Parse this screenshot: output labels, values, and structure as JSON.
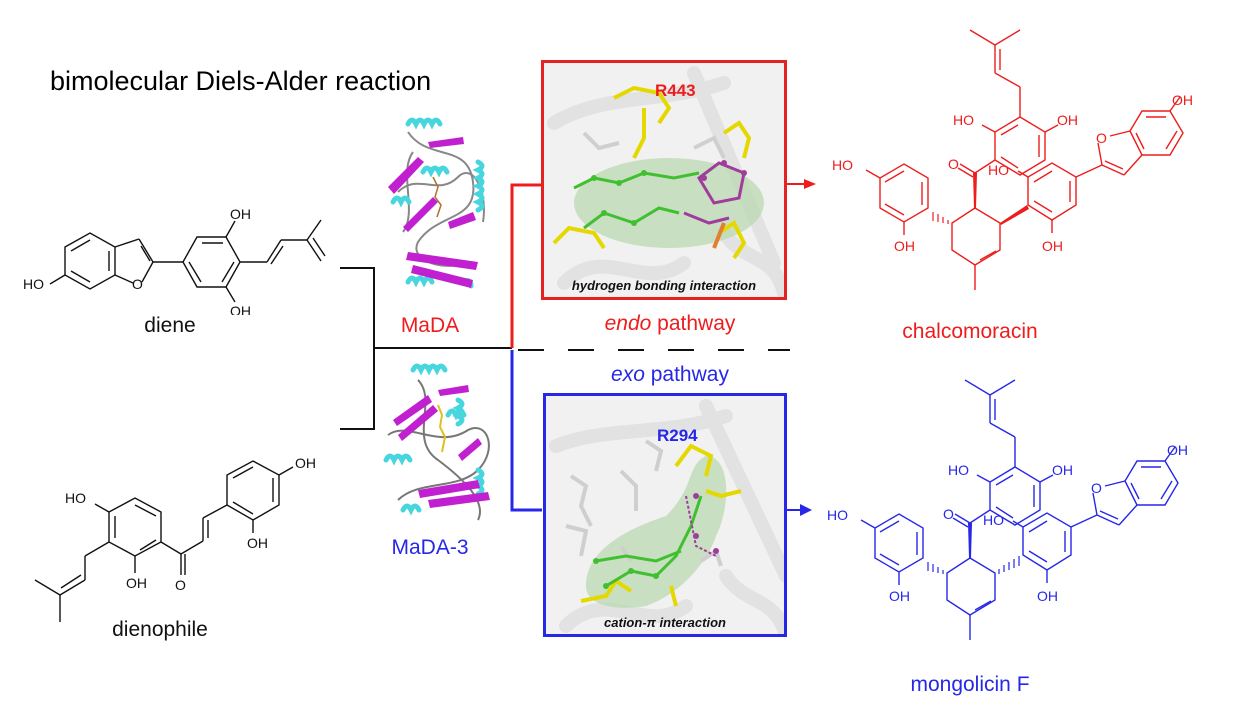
{
  "title": "bimolecular Diels-Alder reaction",
  "reactants": {
    "diene": {
      "label": "diene",
      "substituents": [
        "HO",
        "OH",
        "OH",
        "O"
      ]
    },
    "dienophile": {
      "label": "dienophile",
      "substituents": [
        "HO",
        "OH",
        "O",
        "OH",
        "OH"
      ]
    }
  },
  "enzymes": {
    "mada": {
      "label": "MaDA",
      "color": "#ee1c1c"
    },
    "mada3": {
      "label": "MaDA-3",
      "color": "#2727e8"
    }
  },
  "pathways": {
    "endo": {
      "label_italic": "endo",
      "label_rest": " pathway",
      "color": "#ee1c1c",
      "panel": {
        "residue": "R443",
        "caption": "hydrogen bonding interaction"
      }
    },
    "exo": {
      "label_italic": "exo",
      "label_rest": " pathway",
      "color": "#2727e8",
      "panel": {
        "residue": "R294",
        "caption": "cation-π interaction"
      }
    }
  },
  "products": {
    "chalcomoracin": {
      "label": "chalcomoracin",
      "color": "#ee1c1c",
      "substituents": [
        "HO",
        "OH",
        "OH",
        "O",
        "O",
        "HO",
        "HO",
        "OH",
        "OH"
      ]
    },
    "mongolicin": {
      "label": "mongolicin F",
      "color": "#2727e8",
      "substituents": [
        "HO",
        "OH",
        "OH",
        "O",
        "O",
        "HO",
        "HO",
        "OH",
        "OH"
      ]
    }
  }
}
